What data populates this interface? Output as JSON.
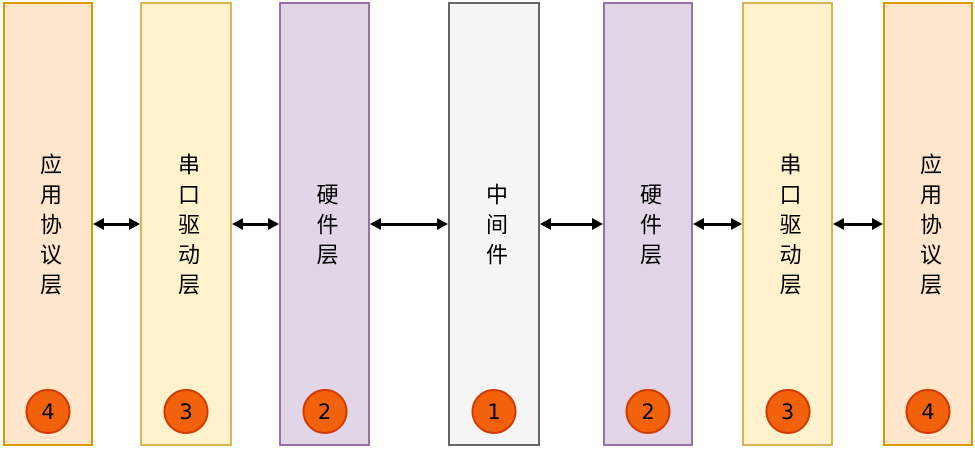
{
  "diagram": {
    "type": "layered-architecture",
    "background_color": "#ffffff",
    "connector": {
      "style": "bidirectional-arrow",
      "color": "#000000"
    },
    "badge": {
      "fill": "#f2610c",
      "stroke": "#d13b00",
      "text_color": "#000000"
    },
    "columns": [
      {
        "id": "app-protocol-left",
        "label": "应用协议层",
        "number": "4",
        "fill": "#ffe6cc",
        "stroke": "#d79b00"
      },
      {
        "id": "serial-driver-left",
        "label": "串口驱动层",
        "number": "3",
        "fill": "#fff2cc",
        "stroke": "#d6b656"
      },
      {
        "id": "hardware-left",
        "label": "硬件层",
        "number": "2",
        "fill": "#e1d5e7",
        "stroke": "#9673a6"
      },
      {
        "id": "middleware",
        "label": "中间件",
        "number": "1",
        "fill": "#f5f5f5",
        "stroke": "#666666"
      },
      {
        "id": "hardware-right",
        "label": "硬件层",
        "number": "2",
        "fill": "#e1d5e7",
        "stroke": "#9673a6"
      },
      {
        "id": "serial-driver-right",
        "label": "串口驱动层",
        "number": "3",
        "fill": "#fff2cc",
        "stroke": "#d6b656"
      },
      {
        "id": "app-protocol-right",
        "label": "应用协议层",
        "number": "4",
        "fill": "#ffe6cc",
        "stroke": "#d79b00"
      }
    ]
  }
}
